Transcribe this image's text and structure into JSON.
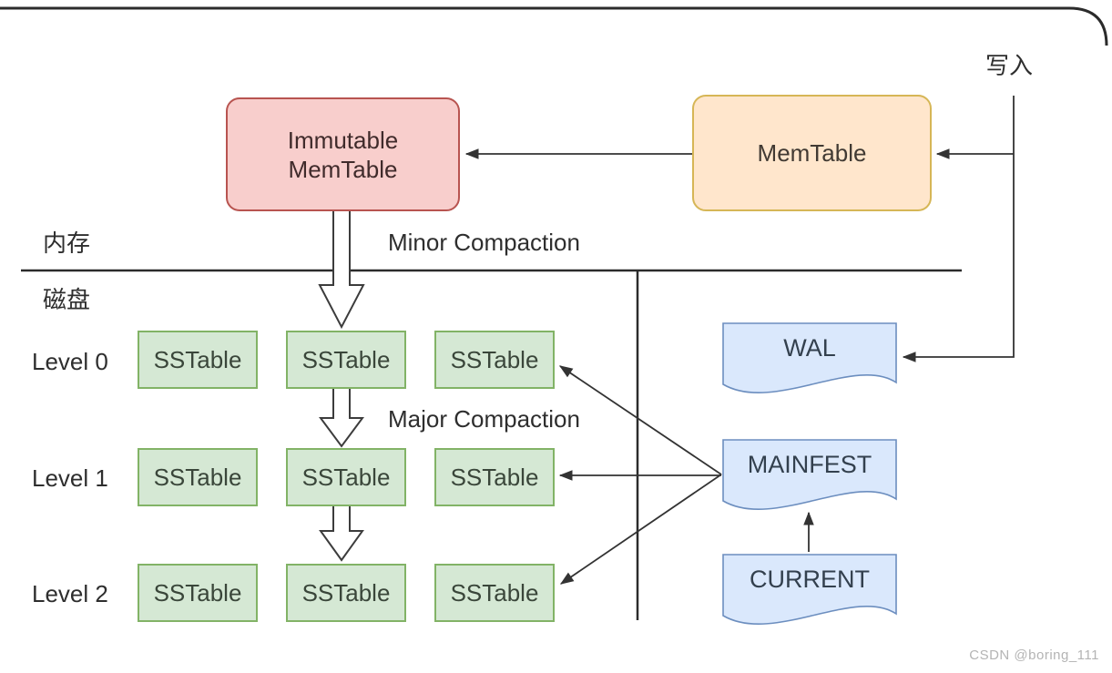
{
  "labels": {
    "write": "写入",
    "memory": "内存",
    "disk": "磁盘",
    "minor_compaction": "Minor Compaction",
    "major_compaction": "Major Compaction",
    "sstable": "SSTable"
  },
  "nodes": {
    "immutable_memtable": {
      "line1": "Immutable",
      "line2": "MemTable"
    },
    "memtable": "MemTable",
    "wal": "WAL",
    "manifest": "MAINFEST",
    "current": "CURRENT"
  },
  "levels": [
    {
      "label": "Level 0"
    },
    {
      "label": "Level 1"
    },
    {
      "label": "Level 2"
    }
  ],
  "frame": {
    "watermark": "CSDN @boring_111"
  },
  "colors": {
    "pink-fill": "#f8cecc",
    "pink-stroke": "#b85450",
    "orange-fill": "#ffe6cc",
    "orange-stroke": "#d6b656",
    "green-fill": "#d5e8d4",
    "green-stroke": "#82b366",
    "blue-fill": "#dae8fc",
    "blue-stroke": "#6c8ebf",
    "line": "#333333",
    "text": "#2e2e2e",
    "watermark": "#b4b4b4"
  }
}
